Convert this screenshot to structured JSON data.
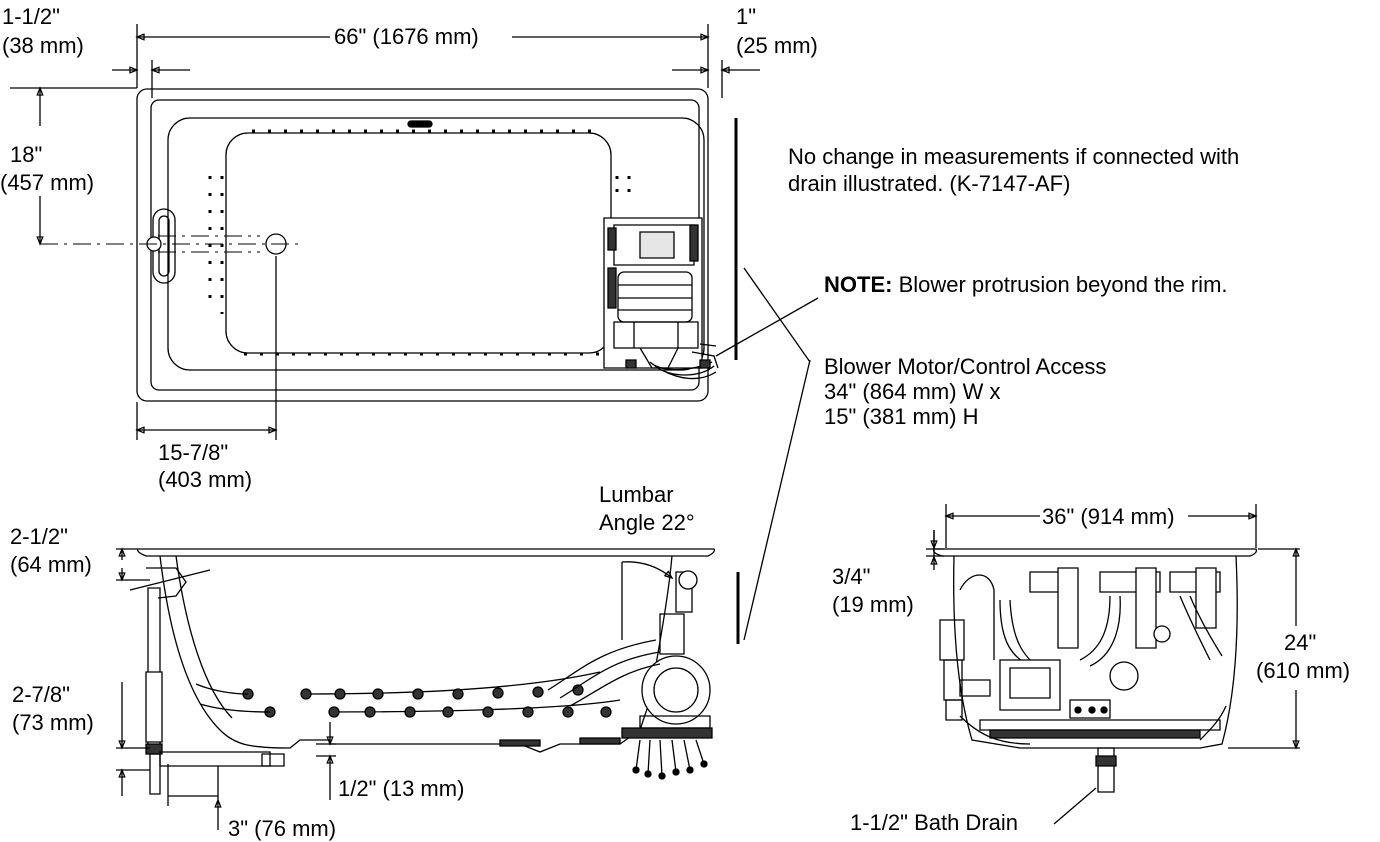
{
  "plan_view": {
    "overall_width": "66\" (1676 mm)",
    "left_offset": [
      "1-1/2\"",
      "(38 mm)"
    ],
    "right_offset": [
      "1\"",
      "(25 mm)"
    ],
    "depth_to_drain": [
      "18\"",
      "(457 mm)"
    ],
    "drain_from_end": [
      "15-7/8\"",
      "(403 mm)"
    ]
  },
  "notes": {
    "drain_note": [
      "No change in measurements if connected with",
      "drain illustrated. (K-7147-AF)"
    ],
    "blower_note_label": "NOTE:",
    "blower_note_text": " Blower protrusion beyond the rim.",
    "access": [
      "Blower Motor/Control Access",
      "34\" (864 mm) W x",
      "15\" (381 mm) H"
    ]
  },
  "side_view": {
    "lumbar": [
      "Lumbar",
      "Angle 22°"
    ],
    "rim_height": [
      "2-1/2\"",
      "(64 mm)"
    ],
    "drain_height": [
      "2-7/8\"",
      "(73 mm)"
    ],
    "bottom_clearance": "1/2\" (13 mm)",
    "drain_offset": "3\" (76 mm)"
  },
  "end_view": {
    "width": "36\" (914 mm)",
    "rim_drop": [
      "3/4\"",
      "(19 mm)"
    ],
    "height": [
      "24\"",
      "(610 mm)"
    ],
    "drain_label": "1-1/2\" Bath Drain"
  }
}
